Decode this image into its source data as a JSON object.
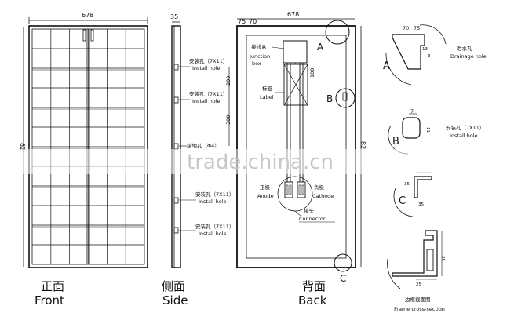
{
  "views": {
    "front": {
      "cn": "正面",
      "en": "Front"
    },
    "side": {
      "cn": "侧面",
      "en": "Side"
    },
    "back": {
      "cn": "背面",
      "en": "Back"
    }
  },
  "dimensions": {
    "front_width": "678",
    "back_width": "678",
    "side_depth": "35",
    "front_height": "82",
    "back_height": "82",
    "back_edge_a": "75",
    "back_edge_b": "70",
    "side_spacing_1": "200",
    "side_spacing_2": "300",
    "box_dim": "100"
  },
  "side_labels": [
    {
      "cn": "安装孔（7X11）",
      "en": "Install hole"
    },
    {
      "cn": "安装孔（7X11）",
      "en": "Install hole"
    },
    {
      "cn": "接地孔（Φ4）",
      "en": ""
    },
    {
      "cn": "安装孔（7X11）",
      "en": "Install hole"
    },
    {
      "cn": "安装孔（7X11）",
      "en": "Install hole"
    }
  ],
  "back_labels": {
    "junction_cn": "接线盒",
    "junction_en1": "Junction",
    "junction_en2": "box",
    "label_cn": "标签",
    "label_en": "Label",
    "anode_cn": "正极",
    "anode_en": "Anode",
    "cathode_cn": "负极",
    "cathode_en": "Cathode",
    "connector_cn": "接头",
    "connector_en": "Connector",
    "mark_a": "A",
    "mark_b": "B",
    "mark_c": "C"
  },
  "details": {
    "a_mark": "A",
    "a_dim1": "70",
    "a_dim2": "75",
    "a_dim3": "13",
    "a_dim4": "3",
    "drainage_cn": "泄水孔",
    "drainage_en": "Drainage hole",
    "b_mark": "B",
    "b_dim1": "7",
    "b_dim2": "11",
    "install_cn": "安装孔（7X11）",
    "install_en": "Install hole",
    "c_mark": "C",
    "c_dim1": "35",
    "c_dim2": "35",
    "frame_dim_h": "35",
    "frame_dim_w": "25",
    "frame_cn": "边框截面图",
    "frame_en": "Frame cross-section"
  },
  "watermark": "trade.china.cn"
}
